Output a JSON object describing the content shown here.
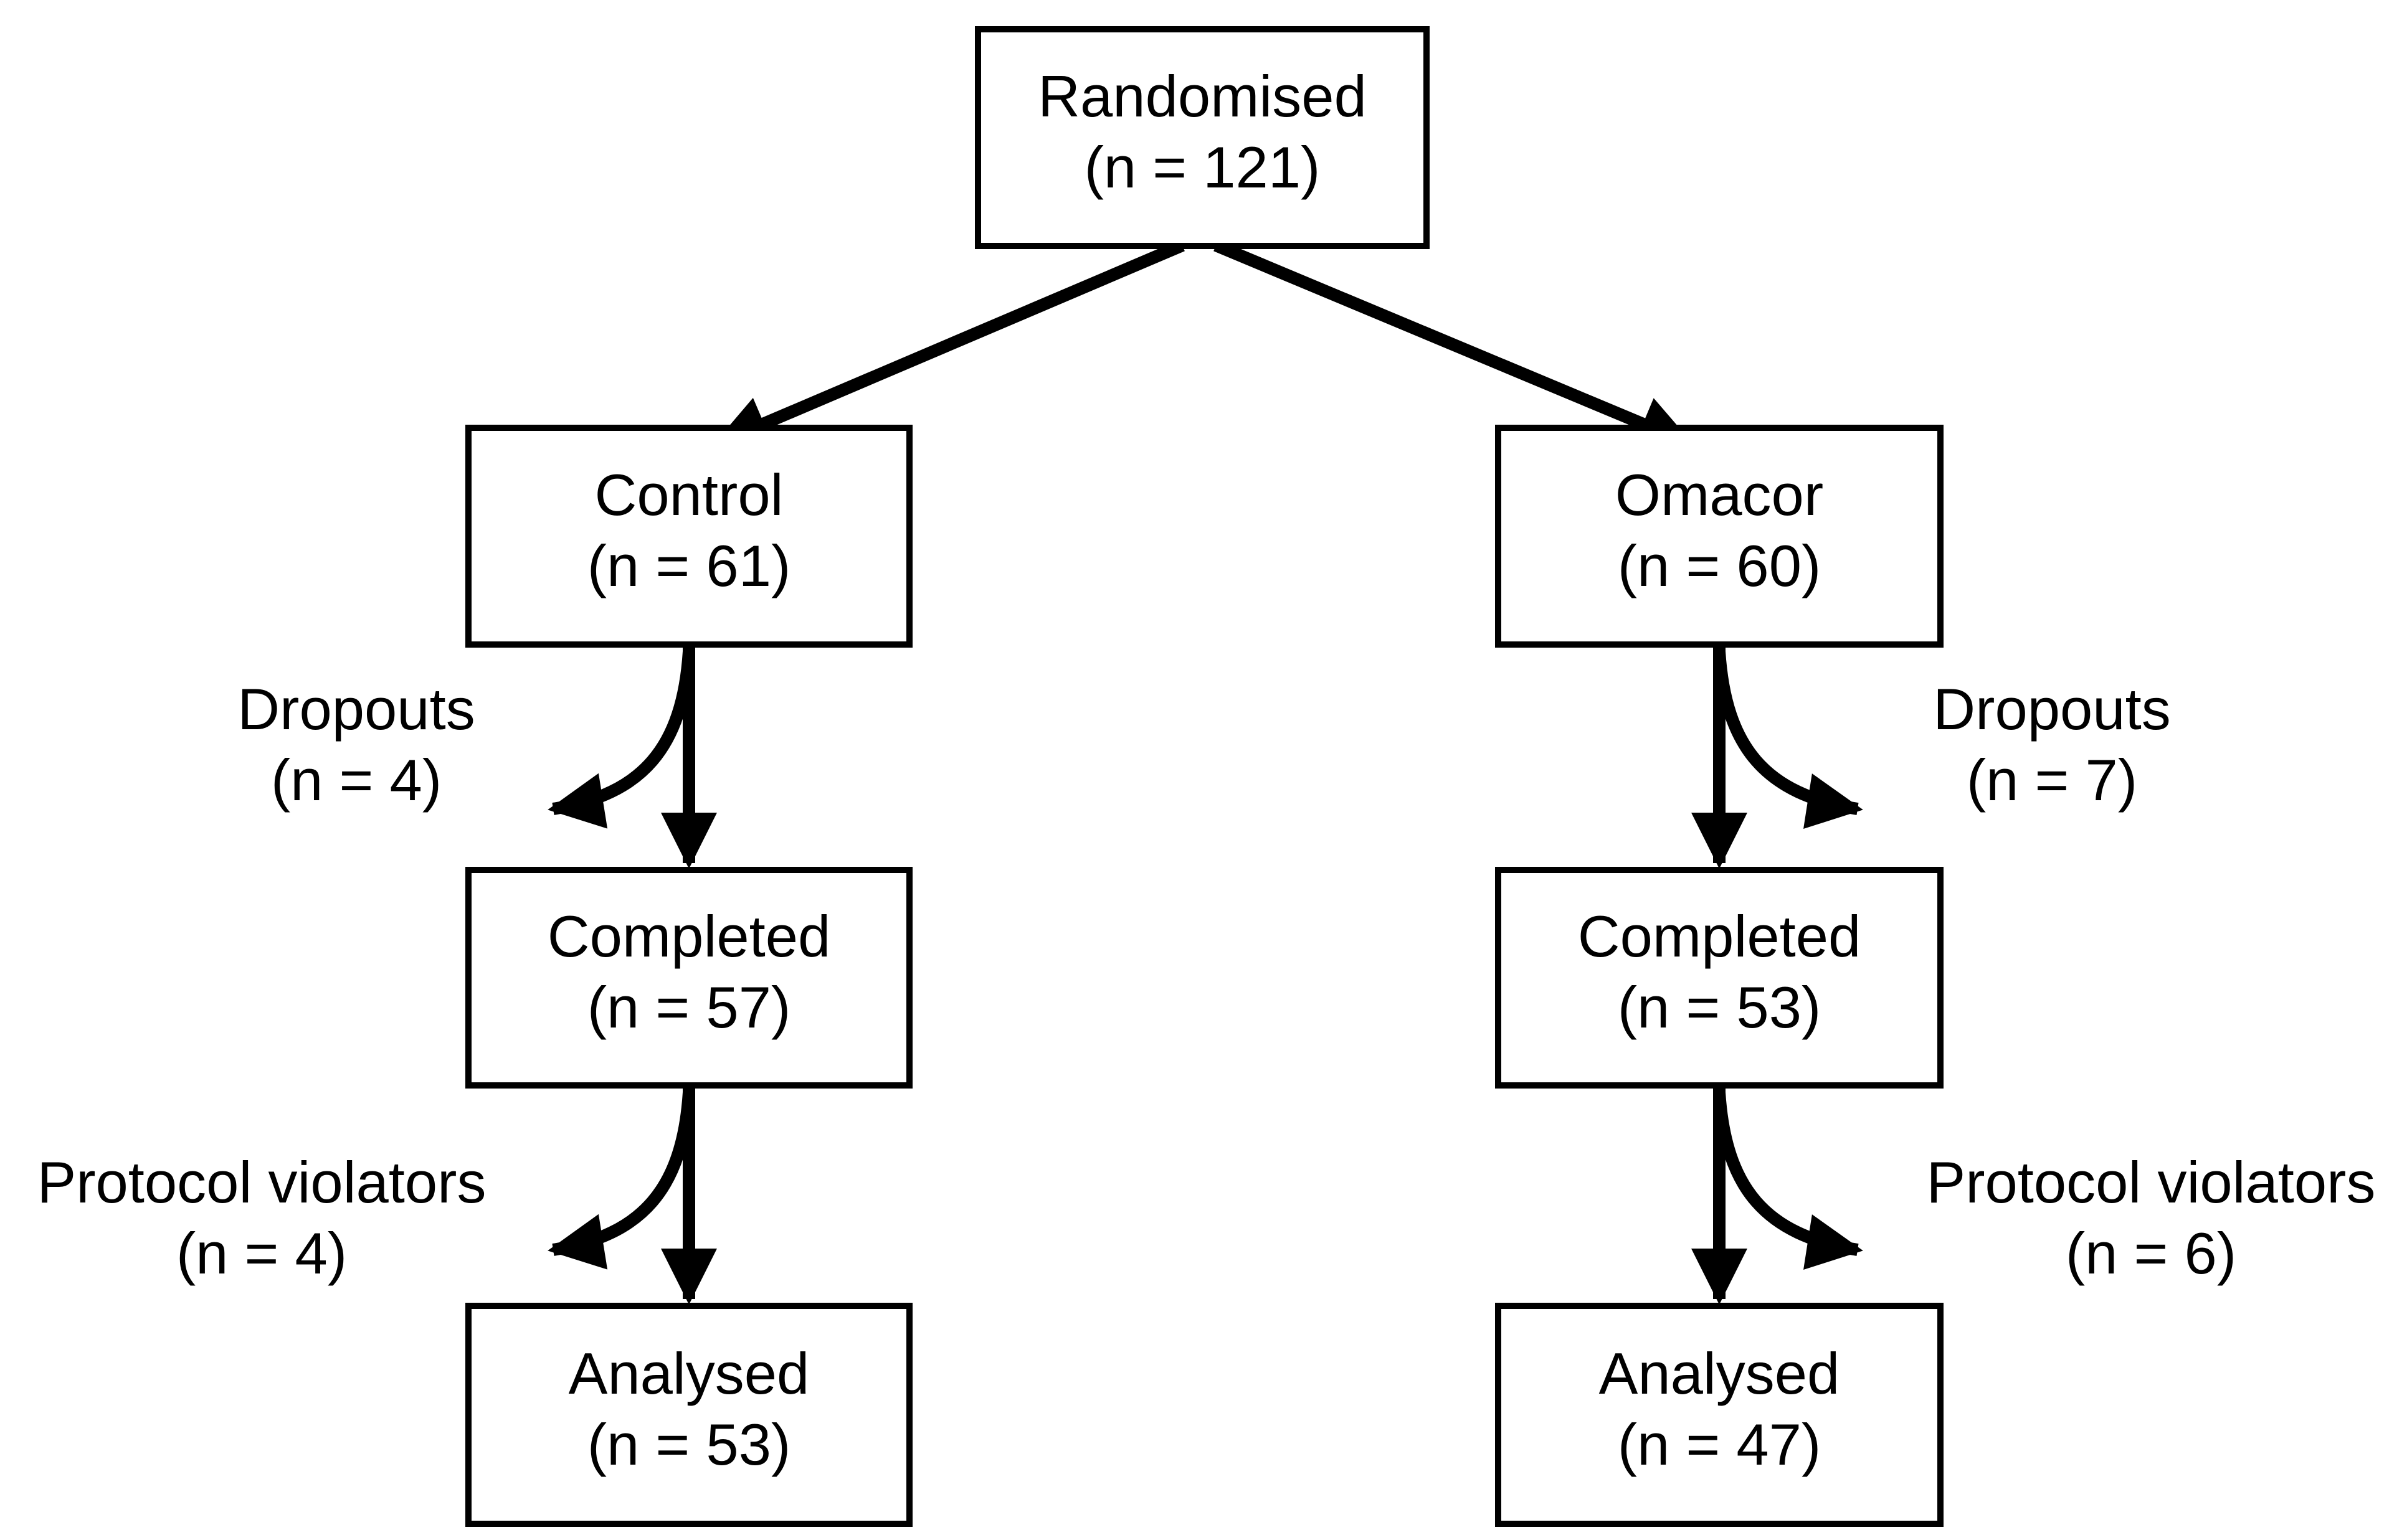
{
  "colors": {
    "background": "#ffffff",
    "line": "#000000",
    "text": "#000000"
  },
  "nodes": {
    "randomised": {
      "label": "Randomised",
      "n": "(n = 121)"
    },
    "control": {
      "label": "Control",
      "n": "(n = 61)"
    },
    "omacor": {
      "label": "Omacor",
      "n": "(n = 60)"
    },
    "control_dropouts": {
      "label": "Dropouts",
      "n": "(n = 4)"
    },
    "omacor_dropouts": {
      "label": "Dropouts",
      "n": "(n = 7)"
    },
    "control_completed": {
      "label": "Completed",
      "n": "(n = 57)"
    },
    "omacor_completed": {
      "label": "Completed",
      "n": "(n = 53)"
    },
    "control_violators": {
      "label": "Protocol violators",
      "n": "(n = 4)"
    },
    "omacor_violators": {
      "label": "Protocol violators",
      "n": "(n = 6)"
    },
    "control_analysed": {
      "label": "Analysed",
      "n": "(n = 53)"
    },
    "omacor_analysed": {
      "label": "Analysed",
      "n": "(n = 47)"
    }
  }
}
